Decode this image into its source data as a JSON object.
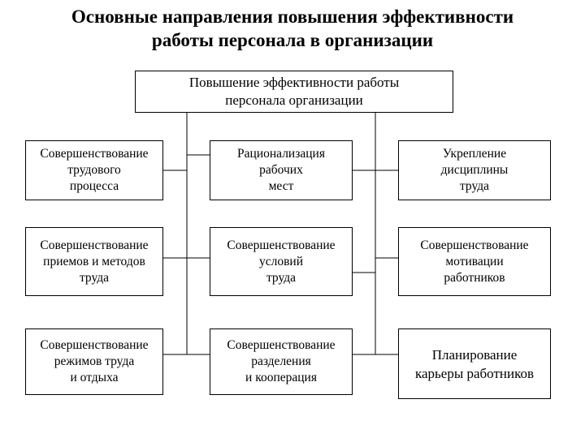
{
  "title": {
    "line1": "Основные направления повышения эффективности",
    "line2": "работы персонала в организации"
  },
  "root": {
    "line1": "Повышение эффективности работы",
    "line2": "персонала организации"
  },
  "left": [
    {
      "lines": [
        "Совершенствование",
        "трудового",
        "процесса"
      ]
    },
    {
      "lines": [
        "Совершенствование",
        "приемов и методов",
        "труда"
      ]
    },
    {
      "lines": [
        "Совершенствование",
        "режимов труда",
        "и отдыха"
      ]
    }
  ],
  "middle": [
    {
      "lines": [
        "Рационализация",
        "рабочих",
        "мест"
      ]
    },
    {
      "lines": [
        "Совершенствование",
        "условий",
        "труда"
      ]
    },
    {
      "lines": [
        "Совершенствование",
        "разделения",
        "и кооперация"
      ]
    }
  ],
  "right": [
    {
      "lines": [
        "Укрепление",
        "дисциплины",
        "труда"
      ]
    },
    {
      "lines": [
        "Совершенствование",
        "мотивации",
        "работников"
      ]
    },
    {
      "lines": [
        "Планирование",
        "карьеры работников"
      ]
    }
  ]
}
